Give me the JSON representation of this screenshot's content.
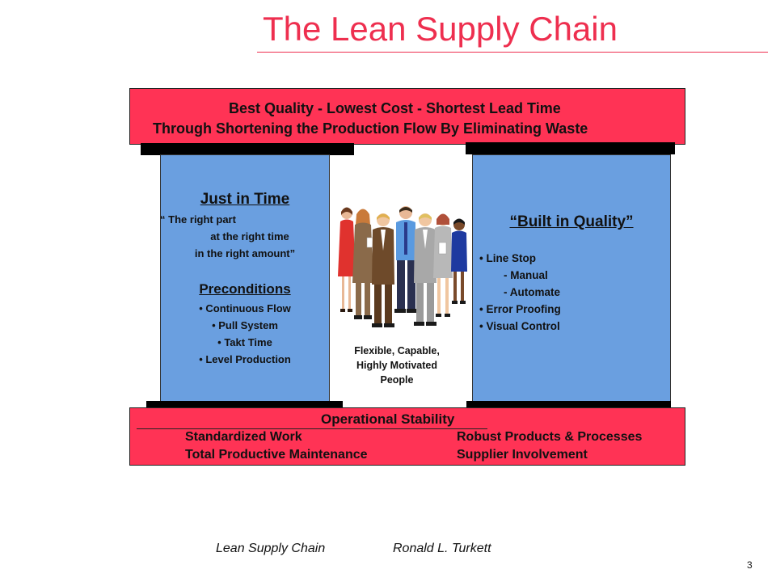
{
  "title": "The Lean Supply Chain",
  "roof": {
    "line1": "Best Quality - Lowest Cost - Shortest Lead Time",
    "line2": "Through Shortening the Production Flow By Eliminating Waste"
  },
  "left_pillar": {
    "heading": "Just in Time",
    "quote_lines": [
      "“ The right part",
      "at the right time",
      "in the right amount”"
    ],
    "subheading": "Preconditions",
    "items": [
      "• Continuous  Flow",
      "• Pull  System",
      "• Takt Time",
      "• Level Production"
    ]
  },
  "center": {
    "caption_lines": [
      "Flexible, Capable,",
      "Highly Motivated",
      "People"
    ]
  },
  "right_pillar": {
    "heading": "“Built in Quality”",
    "items": [
      "• Line  Stop",
      "-  Manual",
      "-  Automate",
      "• Error Proofing",
      "• Visual  Control"
    ]
  },
  "foundation": {
    "title": "Operational Stability",
    "left_items": [
      "Standardized Work",
      "Total Productive Maintenance"
    ],
    "right_items": [
      "Robust Products & Processes",
      "Supplier Involvement"
    ]
  },
  "footer": {
    "title": "Lean Supply Chain",
    "author": "Ronald L. Turkett",
    "page": "3"
  },
  "colors": {
    "accent_red": "#ff3355",
    "title_red": "#ee2f4f",
    "pillar_blue": "#6a9fe0"
  }
}
